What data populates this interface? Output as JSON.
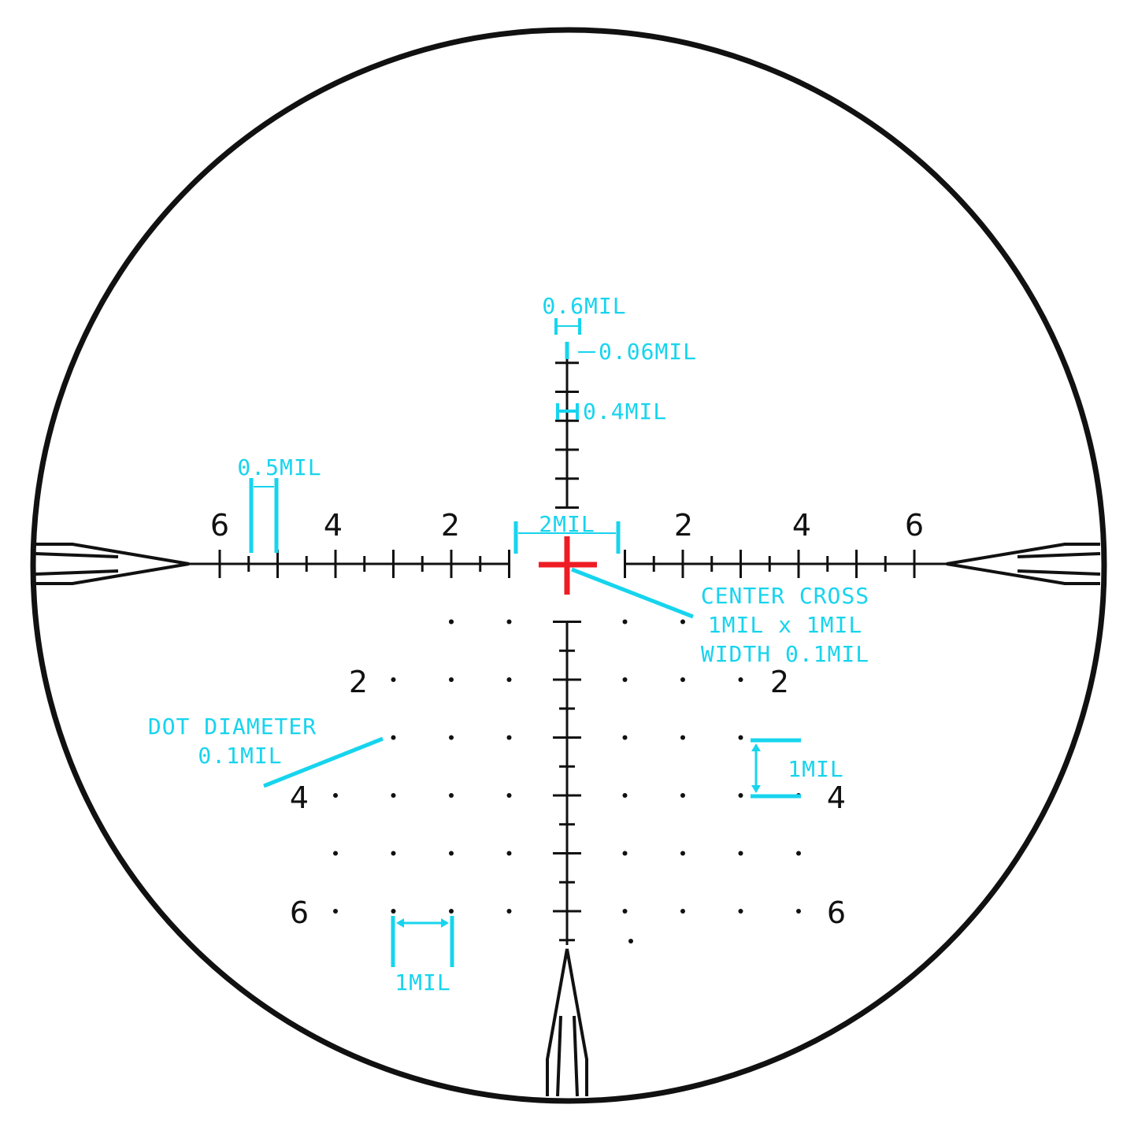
{
  "colors": {
    "reticle": "#111111",
    "annotation": "#17d4ee",
    "center_cross": "#ee1c24"
  },
  "horizontal_numbers": {
    "left": [
      "6",
      "4",
      "2"
    ],
    "right": [
      "2",
      "4",
      "6"
    ]
  },
  "vertical_numbers": {
    "left": [
      "2",
      "4",
      "6"
    ],
    "right": [
      "2",
      "4",
      "6"
    ]
  },
  "annotations": {
    "tick_spacing": "0.6MIL",
    "line_width": "0.06MIL",
    "tick_length": "0.4MIL",
    "half_mil": "0.5MIL",
    "two_mil": "2MIL",
    "center_cross": [
      "CENTER CROSS",
      "1MIL x 1MIL",
      "WIDTH 0.1MIL"
    ],
    "dot_diameter": [
      "DOT DIAMETER",
      "0.1MIL"
    ],
    "one_mil_vertical": "1MIL",
    "one_mil_horizontal": "1MIL"
  }
}
